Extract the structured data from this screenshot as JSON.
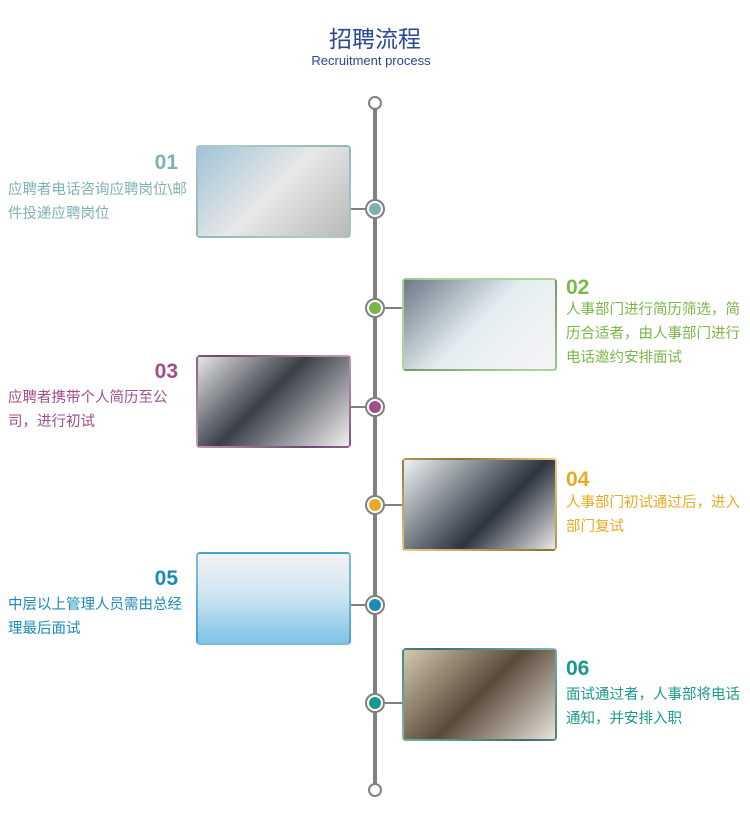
{
  "header": {
    "title": "招聘流程",
    "subtitle": "Recruitment process"
  },
  "steps": [
    {
      "number": "01",
      "text": "应聘者电话咨询应聘岗位\\邮件投递应聘岗位",
      "color": "#80b1b1",
      "image": "photo-laptop-phone"
    },
    {
      "number": "02",
      "text": "人事部门进行简历筛选，简历合适者，由人事部门进行电话邀约安排面试",
      "color": "#7ab648",
      "image": "photo-office-phone"
    },
    {
      "number": "03",
      "text": "应聘者携带个人简历至公司，进行初试",
      "color": "#a04f8c",
      "image": "photo-interview"
    },
    {
      "number": "04",
      "text": "人事部门初试通过后，进入部门复试",
      "color": "#eaa923",
      "image": "photo-meeting-room"
    },
    {
      "number": "05",
      "text": "中层以上管理人员需由总经理最后面试",
      "color": "#1b8bb8",
      "image": "photo-panel-interview"
    },
    {
      "number": "06",
      "text": "面试通过者，人事部将电话通知，并安排入职",
      "color": "#19998a",
      "image": "photo-woman-phone"
    }
  ]
}
